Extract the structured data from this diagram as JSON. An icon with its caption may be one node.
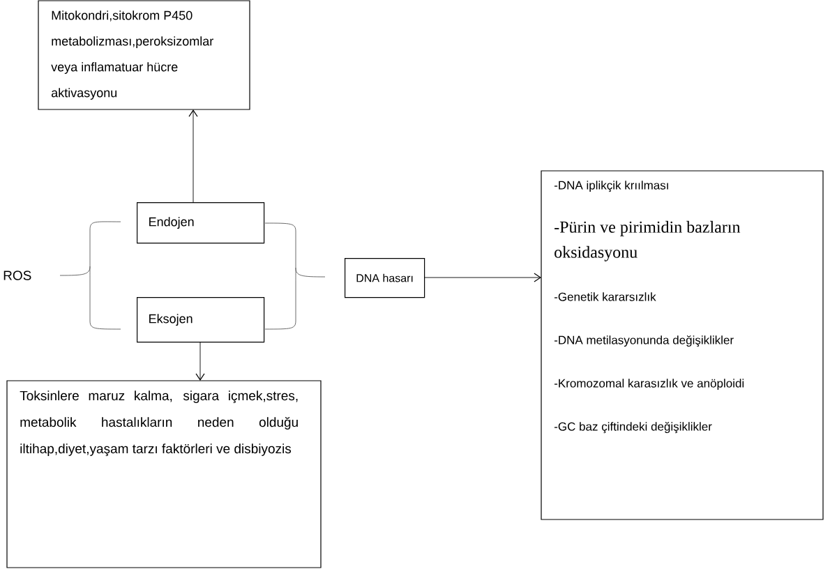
{
  "diagram": {
    "nodes": [
      {
        "text": [
          "Mitokondri,sitokrom P450 metabolizması,peroksizomlar veya inflamatuar hücre aktivasyonu"
        ]
      },
      {
        "text": [
          "Endojen"
        ]
      },
      {
        "text": [
          "Eksojen"
        ]
      },
      {
        "text": [
          "DNA hasarı"
        ]
      },
      {
        "text": [
          "-DNA iplikçik krıılması",
          "-Pürin ve pirimidin bazların oksidasyonu",
          "-Genetik kararsızlık",
          "-DNA metilasyonunda değişiklikler",
          "-Kromozomal karasızlık ve anöploidi",
          "-GC baz çiftindeki değişiklikler"
        ]
      },
      {
        "text": [
          "Toksinlere maruz kalma, sigara içmek,stres, metabolik hastalıkların neden olduğu iltihap,diyet,yaşam tarzı faktörleri ve disbiyozis"
        ]
      }
    ],
    "edges": [
      {
        "from": 1,
        "to": 0,
        "arrow": "to"
      },
      {
        "from": 2,
        "to": 5,
        "arrow": "to"
      },
      {
        "from": 3,
        "to": 4,
        "arrow": "to"
      }
    ],
    "labels": [
      "ROS"
    ]
  }
}
